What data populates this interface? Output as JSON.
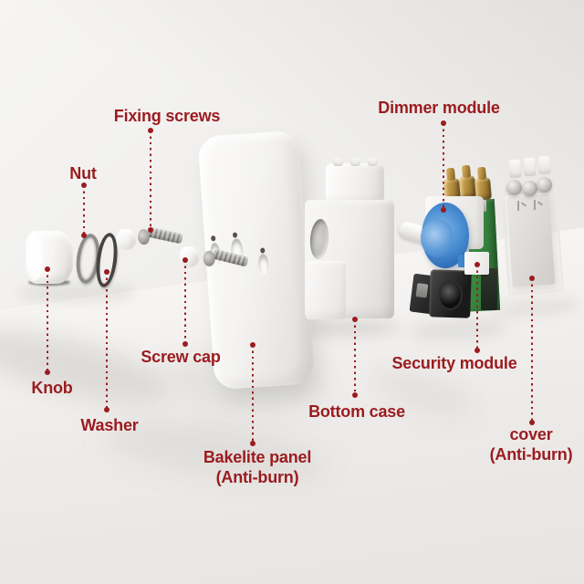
{
  "diagram": {
    "type": "exploded-product-diagram",
    "subject": "dimmer switch parts"
  },
  "labels": {
    "fixing_screws": "Fixing screws",
    "nut": "Nut",
    "knob": "Knob",
    "washer": "Washer",
    "screw_cap": "Screw cap",
    "bakelite_panel": {
      "line1": "Bakelite panel",
      "line2": "(Anti-burn)"
    },
    "bottom_case": "Bottom case",
    "dimmer_module": "Dimmer module",
    "security_module": "Security module",
    "cover": {
      "line1": "cover",
      "line2": "(Anti-burn)"
    }
  },
  "colors": {
    "label_red": "#9b1b1f",
    "background": "#efeeec",
    "potentiometer_blue": "#4a8fd2",
    "pcb_green": "#37833d",
    "terminal_brass": "#b08a3c",
    "metal_grey": "#9a9996",
    "plastic_white": "#f5f4f2"
  }
}
